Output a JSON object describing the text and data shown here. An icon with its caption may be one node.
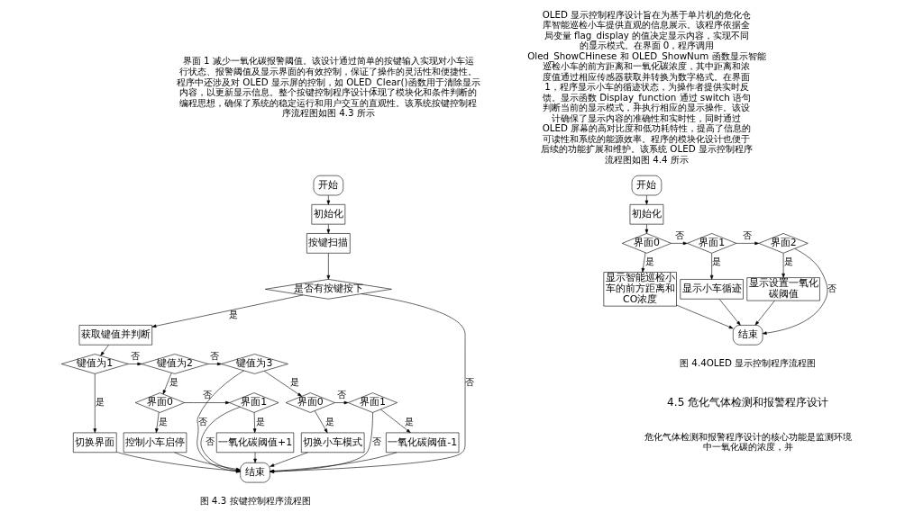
{
  "diagram": {
    "nodes": [
      {
        "text": [
          "开始"
        ]
      },
      {
        "text": [
          "初始化"
        ]
      },
      {
        "text": [
          "按键扫描"
        ]
      },
      {
        "text": [
          "是否有按键按下"
        ]
      },
      {
        "text": [
          "获取键值并判断"
        ]
      },
      {
        "text": [
          "键值为1"
        ]
      },
      {
        "text": [
          "键值为2"
        ]
      },
      {
        "text": [
          "键值为3"
        ]
      },
      {
        "text": [
          "切换界面"
        ]
      },
      {
        "text": [
          "界面0"
        ]
      },
      {
        "text": [
          "界面1"
        ]
      },
      {
        "text": [
          "控制小车启停"
        ]
      },
      {
        "text": [
          "一氧化碳阈值+1"
        ]
      },
      {
        "text": [
          "界面0"
        ]
      },
      {
        "text": [
          "界面1"
        ]
      },
      {
        "text": [
          "切换小车模式"
        ]
      },
      {
        "text": [
          "一氧化碳阈值-1"
        ]
      },
      {
        "text": [
          "结束"
        ]
      },
      {
        "text": [
          "开始"
        ]
      },
      {
        "text": [
          "初始化"
        ]
      },
      {
        "text": [
          "界面0"
        ]
      },
      {
        "text": [
          "界面1"
        ]
      },
      {
        "text": [
          "界面2"
        ]
      },
      {
        "text": [
          "显示智能巡检小车的前方距离和CO浓度"
        ]
      },
      {
        "text": [
          "显示小车循迹"
        ]
      },
      {
        "text": [
          "显示设置一氧化碳阈值"
        ]
      },
      {
        "text": [
          "结束"
        ]
      }
    ],
    "edges": [
      {
        "from": 0,
        "to": 1,
        "arrow": "to"
      },
      {
        "from": 1,
        "to": 2,
        "arrow": "to"
      },
      {
        "from": 2,
        "to": 3,
        "arrow": "to"
      },
      {
        "from": 3,
        "to": 4,
        "arrow": "to",
        "label": "是"
      },
      {
        "from": 3,
        "to": 17,
        "arrow": "to",
        "label": "否"
      },
      {
        "from": 4,
        "to": 5,
        "arrow": "to"
      },
      {
        "from": 5,
        "to": 6,
        "arrow": "to",
        "label": "否"
      },
      {
        "from": 6,
        "to": 7,
        "arrow": "to",
        "label": "否"
      },
      {
        "from": 7,
        "to": 17,
        "arrow": "to",
        "label": "否"
      },
      {
        "from": 5,
        "to": 8,
        "arrow": "to",
        "label": "是"
      },
      {
        "from": 8,
        "to": 17,
        "arrow": "to"
      },
      {
        "from": 6,
        "to": 9,
        "arrow": "to",
        "label": "是"
      },
      {
        "from": 9,
        "to": 10,
        "arrow": "to",
        "label": "否"
      },
      {
        "from": 7,
        "to": 13,
        "arrow": "to",
        "label": "是"
      },
      {
        "from": 9,
        "to": 11,
        "arrow": "to",
        "label": "是"
      },
      {
        "from": 10,
        "to": 17,
        "arrow": "to",
        "label": "否"
      },
      {
        "from": 10,
        "to": 12,
        "arrow": "to",
        "label": "是"
      },
      {
        "from": 13,
        "to": 14,
        "arrow": "to",
        "label": "否"
      },
      {
        "from": 13,
        "to": 15,
        "arrow": "to",
        "label": "是"
      },
      {
        "from": 14,
        "to": 16,
        "arrow": "to",
        "label": "是"
      },
      {
        "from": 14,
        "to": 17,
        "arrow": "to",
        "label": "否"
      },
      {
        "from": 11,
        "to": 17,
        "arrow": "to"
      },
      {
        "from": 12,
        "to": 17,
        "arrow": "to"
      },
      {
        "from": 15,
        "to": 17,
        "arrow": "to"
      },
      {
        "from": 16,
        "to": 17,
        "arrow": "to"
      },
      {
        "from": 18,
        "to": 19,
        "arrow": "to"
      },
      {
        "from": 19,
        "to": 20,
        "arrow": "to"
      },
      {
        "from": 20,
        "to": 21,
        "arrow": "to",
        "label": "否"
      },
      {
        "from": 21,
        "to": 22,
        "arrow": "to",
        "label": "否"
      },
      {
        "from": 20,
        "to": 23,
        "arrow": "to",
        "label": "是"
      },
      {
        "from": 21,
        "to": 24,
        "arrow": "to",
        "label": "是"
      },
      {
        "from": 22,
        "to": 25,
        "arrow": "to",
        "label": "是"
      },
      {
        "from": 22,
        "to": 26,
        "arrow": "to",
        "label": "否"
      },
      {
        "from": 23,
        "to": 26,
        "arrow": "to"
      },
      {
        "from": 24,
        "to": 26,
        "arrow": "to"
      },
      {
        "from": 25,
        "to": 26,
        "arrow": "to"
      }
    ],
    "labels": [
      "界面 1 减少一氧化碳报警阈值。该设计通过简单的按键输入实现对小车运行状态、报警阈值及显示界面的有效控制，保证了操作的灵活性和便捷性。程序中还涉及对 OLED 显示屏的控制，如 OLED_Clear()函数用于清除显示内容，以更新显示信息。整个按键控制程序设计体现了模块化和条件判断的编程思想，确保了系统的稳定运行和用户交互的直观性。该系统按键控制程序流程图如图 4.3 所示",
      "图 4.3 按键控制程序流程图",
      "OLED 显示控制程序设计旨在为基于单片机的危化仓库智能巡检小车提供直观的信息展示。该程序依据全局变量 flag_display 的值决定显示内容，实现不同的显示模式。在界面 0，程序调用 Oled_ShowCHinese 和 OLED_ShowNum 函数显示智能巡检小车的前方距离和一氧化碳浓度，其中距离和浓度值通过相应传感器获取并转换为数字格式。在界面 1，程序显示小车的循迹状态，为操作者提供实时反馈。显示函数 Display_function 通过 switch 语句判断当前的显示模式，并执行相应的显示操作。该设计确保了显示内容的准确性和实时性，同时通过 OLED 屏幕的高对比度和低功耗特性，提高了信息的可读性和系统的能源效率。程序的模块化设计也便于后续的功能扩展和维护。该系统 OLED 显示控制程序流程图如图 4.4 所示",
      "图 4.4OLED 显示控制程序流程图",
      "4.5 危化气体检测和报警程序设计",
      "危化气体检测和报警程序设计的核心功能是监测环境中一氧化碳的浓度，并"
    ]
  }
}
